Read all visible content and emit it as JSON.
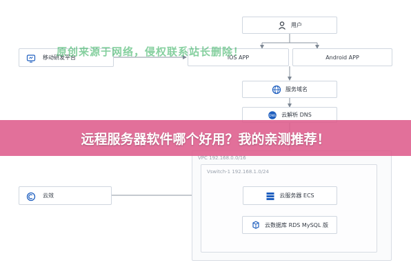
{
  "diagram": {
    "watermark": "原创来源于网络，侵权联系站长删除！",
    "nodes": {
      "user": "用户",
      "mobile_platform": "移动研发平台",
      "ios_app": "iOS APP",
      "android_app": "Android APP",
      "service_domain": "服务域名",
      "cloud_dns": "云解析 DNS",
      "yunxiao": "云效",
      "ecs": "云服务器 ECS",
      "rds": "云数据库 RDS MySQL 版"
    },
    "regions": {
      "vpc": "VPC 192.168.0.0/16",
      "vswitch": "Vswitch-1 192.168.1.0/24"
    },
    "icons": {
      "user": "user-icon",
      "mobile_platform": "mobile-platform-icon",
      "service_domain": "globe-icon",
      "cloud_dns": "dns-icon",
      "yunxiao": "yunxiao-icon",
      "ecs": "server-icon",
      "rds": "database-icon"
    }
  },
  "banner": {
    "title": "远程服务器软件哪个好用？我的亲测推荐！"
  },
  "colors": {
    "accent_blue": "#1f5fbf",
    "banner_pink": "#de5c8c",
    "watermark_green": "#22aa50"
  }
}
